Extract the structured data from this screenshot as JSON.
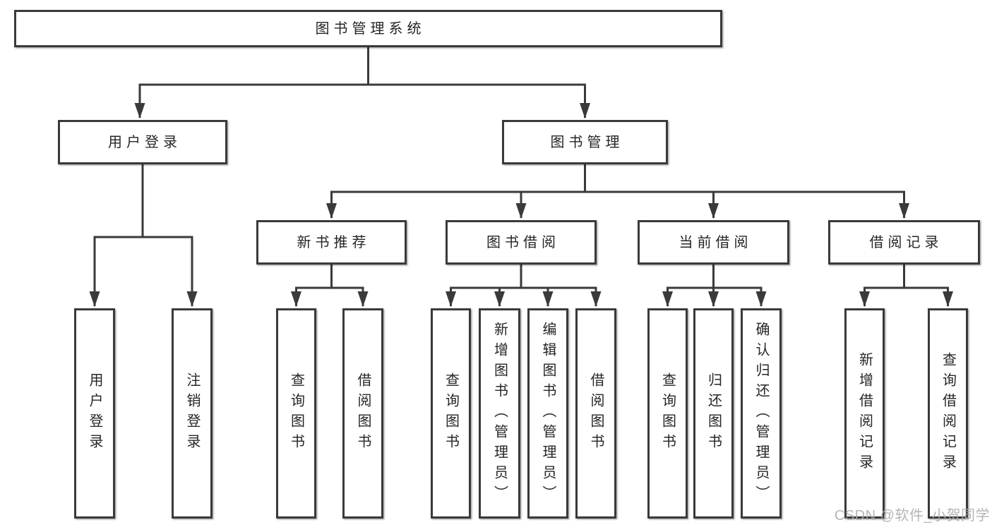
{
  "colors": {
    "line": "#3a3a3a",
    "box_border": "#3a3a3a",
    "box_fill": "#ffffff",
    "text": "#262626",
    "background": "#ffffff",
    "watermark": "#ababab"
  },
  "watermark": {
    "text": "CSDN @软件_小贺同学"
  },
  "tree": {
    "label": "图书管理系统",
    "children": [
      {
        "label": "用户登录",
        "children": [
          {
            "label": "用户登录"
          },
          {
            "label": "注销登录"
          }
        ]
      },
      {
        "label": "图书管理",
        "children": [
          {
            "label": "新书推荐",
            "children": [
              {
                "label": "查询图书"
              },
              {
                "label": "借阅图书"
              }
            ]
          },
          {
            "label": "图书借阅",
            "children": [
              {
                "label": "查询图书"
              },
              {
                "label": "新增图书（管理员）"
              },
              {
                "label": "编辑图书（管理员）"
              },
              {
                "label": "借阅图书"
              }
            ]
          },
          {
            "label": "当前借阅",
            "children": [
              {
                "label": "查询图书"
              },
              {
                "label": "归还图书"
              },
              {
                "label": "确认归还（管理员）"
              }
            ]
          },
          {
            "label": "借阅记录",
            "children": [
              {
                "label": "新增借阅记录"
              },
              {
                "label": "查询借阅记录"
              }
            ]
          }
        ]
      }
    ]
  }
}
